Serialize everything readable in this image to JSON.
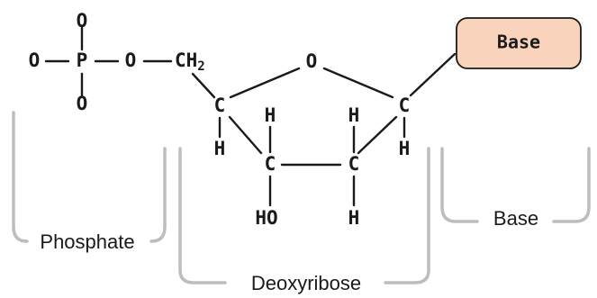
{
  "atoms": {
    "phosphate_o_top": "O",
    "phosphate_o_left": "O",
    "phosphate_p": "P",
    "phosphate_o_right": "O",
    "phosphate_o_bottom": "O",
    "ch2_c": "CH",
    "ch2_sub": "2",
    "ring_o": "O",
    "c4": "C",
    "c4_h": "H",
    "c3": "C",
    "c3_h": "H",
    "c3_oh": "HO",
    "c2": "C",
    "c2_h_top": "H",
    "c2_h_bottom": "H",
    "c1": "C",
    "c1_h": "H"
  },
  "base_box": {
    "label": "Base",
    "fill": "#f9d3bb"
  },
  "regions": {
    "phosphate": "Phosphate",
    "deoxyribose": "Deoxyribose",
    "base": "Base"
  },
  "colors": {
    "bracket": "#bdbdbd",
    "ink": "#1a1a1a"
  }
}
